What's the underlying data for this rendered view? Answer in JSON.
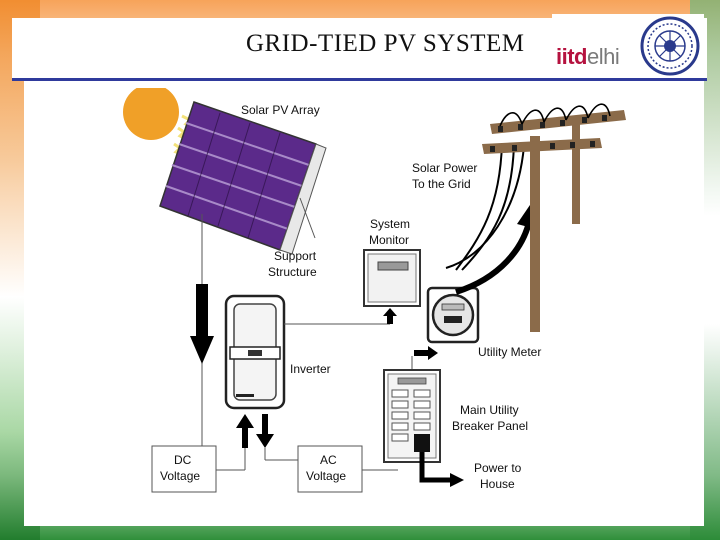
{
  "slide": {
    "title": "GRID-TIED PV SYSTEM"
  },
  "logo": {
    "text_primary": "iitd",
    "text_secondary": "elhi",
    "brand_color": "#b5123f",
    "emblem": "institute-seal-emblem"
  },
  "diagram": {
    "labels": {
      "solar_pv_array": "Solar PV Array",
      "support_line1": "Support",
      "support_line2": "Structure",
      "system_monitor_line1": "System",
      "system_monitor_line2": "Monitor",
      "solar_power_line1": "Solar Power",
      "solar_power_line2": "To the Grid",
      "inverter": "Inverter",
      "utility_meter": "Utility Meter",
      "main_utility_line1": "Main Utility",
      "main_utility_line2": "Breaker Panel",
      "power_house_line1": "Power to",
      "power_house_line2": "House",
      "dc_line1": "DC",
      "dc_line2": "Voltage",
      "ac_line1": "AC",
      "ac_line2": "Voltage"
    },
    "colors": {
      "sun": "#f0a028",
      "panel": "#5b2a8a",
      "pole": "#8b6b4a",
      "arrow": "#000000"
    }
  }
}
